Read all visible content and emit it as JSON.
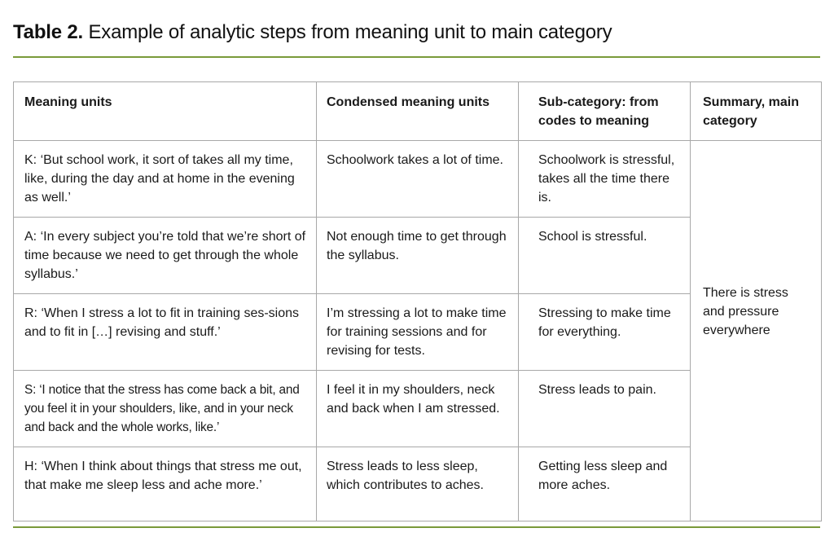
{
  "title": {
    "label": "Table 2.",
    "text": " Example of analytic steps from meaning unit to main category"
  },
  "colors": {
    "rule": "#7a9a3a",
    "border": "#a8a8a8"
  },
  "table": {
    "headers": [
      "Meaning units",
      "Condensed meaning units",
      "Sub-category: from codes to meaning",
      "Summary, main category"
    ],
    "rows": [
      {
        "meaning_unit": "K: ‘But school work, it sort of takes all my time, like, during the day and at home in the evening as well.’",
        "condensed": "Schoolwork takes a lot of time.",
        "sub_category": "Schoolwork is stressful, takes all the time there is."
      },
      {
        "meaning_unit": "A: ‘In every subject you’re told that we’re short of time because we need to get through the whole syllabus.’",
        "condensed": "Not enough time to get through the syllabus.",
        "sub_category": "School is stressful."
      },
      {
        "meaning_unit": "R: ‘When I stress a lot to fit in training ses-sions and to fit in […] revising and stuff.’",
        "condensed": "I’m stressing a lot to make time for training sessions and for revising for tests.",
        "sub_category": "Stressing to make time for everything."
      },
      {
        "meaning_unit": "S: ‘I notice that the stress has come back a bit, and you feel it in your shoulders, like, and in your neck and back and the whole works, like.’",
        "condensed": "I feel it in my shoulders, neck and back when I am stressed.",
        "sub_category": "Stress leads to pain."
      },
      {
        "meaning_unit": "H: ‘When I think about things that stress me out, that make me sleep less and ache more.’",
        "condensed": "Stress leads to less sleep, which contributes to aches.",
        "sub_category": "Getting less sleep and more aches."
      }
    ],
    "main_category": "There is stress and pressure everywhere"
  }
}
